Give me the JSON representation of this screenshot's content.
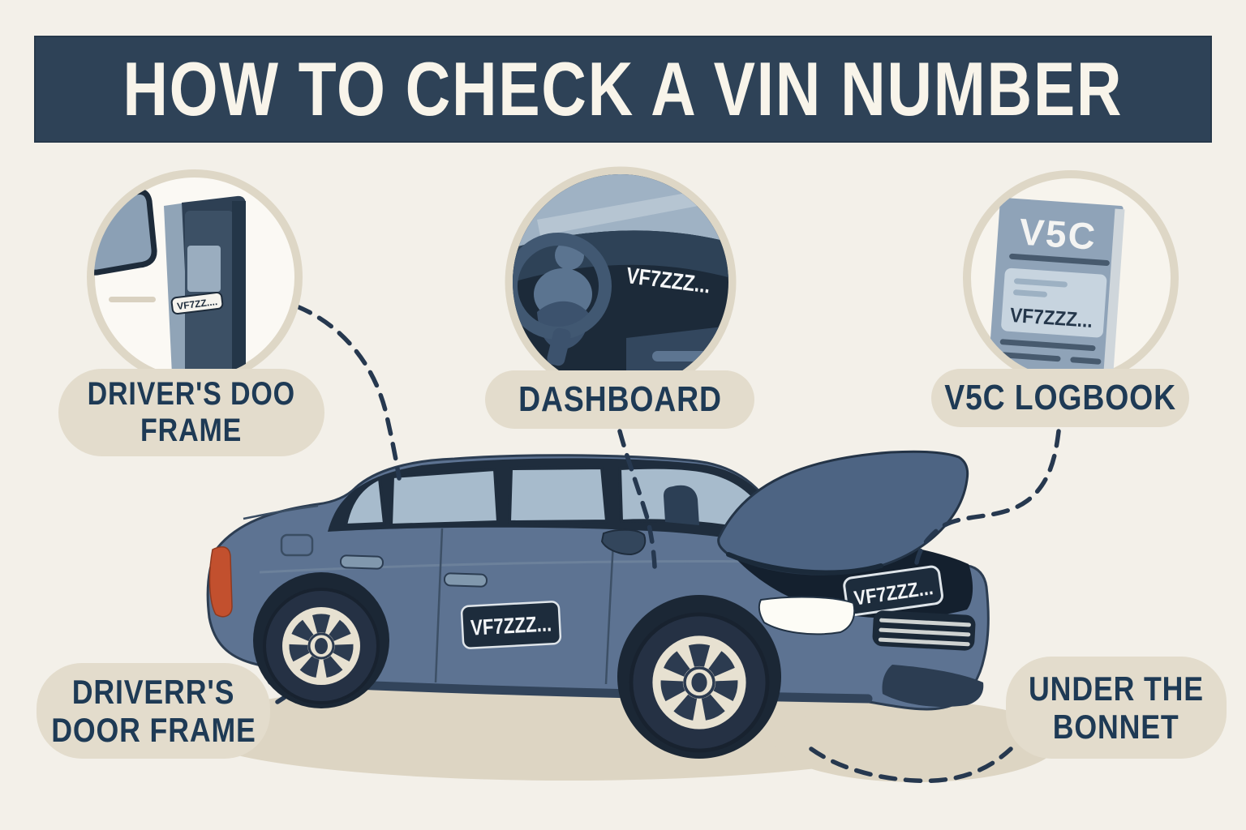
{
  "banner": {
    "title": "HOW TO CHECK A VIN NUMBER"
  },
  "labels": {
    "door_frame_top": {
      "line1": "DRIVER'S DOO",
      "line2": "FRAME"
    },
    "dashboard": {
      "line1": "DASHBOARD"
    },
    "logbook": {
      "line1": "V5C LOGBOOK"
    },
    "door_frame_bottom": {
      "line1": "DRIVERR'S",
      "line2": "DOOR FRAME"
    },
    "bonnet": {
      "line1": "UNDER THE",
      "line2": "BONNET"
    }
  },
  "vin": {
    "door_frame_sticker": "VF7ZZ....",
    "dashboard_plate": "VF7ZZZ...",
    "logbook_title": "V5C",
    "logbook_number": "VF7ZZZ...",
    "door_plate": "VF7ZZZ...",
    "bonnet_plate": "VF7ZZZ..."
  },
  "colors": {
    "background": "#f3f0e9",
    "banner_bg": "#2e4257",
    "banner_text": "#f8f4ea",
    "label_bg": "#e3dccc",
    "label_text": "#1e3a55",
    "circle_ring": "#ded7c6",
    "car_body": "#5d7392",
    "car_outline": "#2c3d52",
    "glass": "#a7bbcc",
    "plate_bg": "#1d2c3c",
    "plate_text": "#f2f4f6",
    "connector": "#26384f",
    "taillight": "#c2502e",
    "document": "#8fa3b8",
    "ground_shadow": "#ddd5c3"
  }
}
